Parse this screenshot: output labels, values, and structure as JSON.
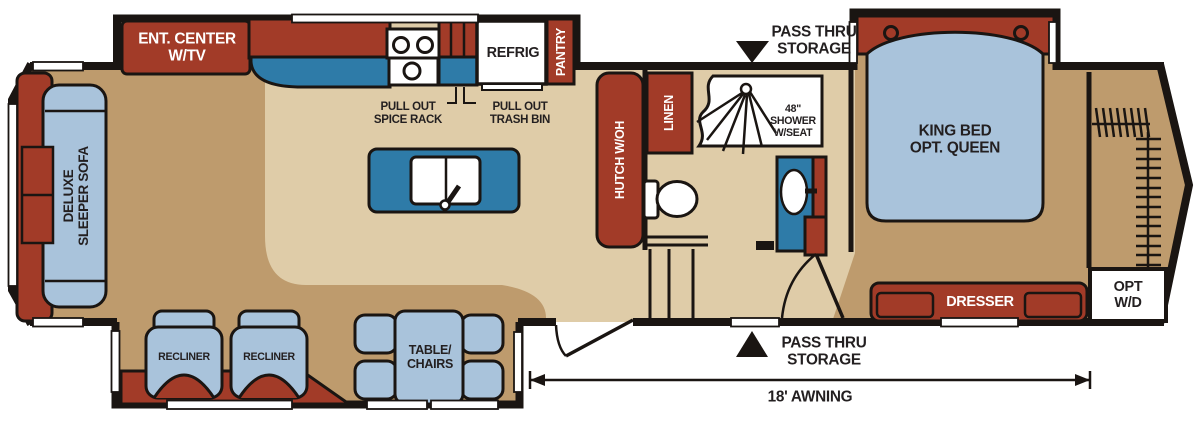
{
  "colors": {
    "furniture_red": "#A23B28",
    "counter_blue": "#2E7BA8",
    "upholstery_blue": "#A9C3DB",
    "carpet_tan": "#BE9B6D",
    "lino_beige": "#DFCCA8",
    "wall_black": "#1A1512",
    "window_white": "#FFFFFF"
  },
  "kitchen": {
    "ent_center": {
      "line1": "ENT. CENTER",
      "line2": "W/TV"
    },
    "refrig": "REFRIG",
    "pantry": "PANTRY",
    "spice_rack": {
      "line1": "PULL OUT",
      "line2": "SPICE RACK"
    },
    "trash_bin": {
      "line1": "PULL OUT",
      "line2": "TRASH BIN"
    }
  },
  "living": {
    "sofa": {
      "line1": "DELUXE",
      "line2": "SLEEPER SOFA"
    },
    "recliner_left": "RECLINER",
    "recliner_right": "RECLINER",
    "dinette": {
      "line1": "TABLE/",
      "line2": "CHAIRS"
    }
  },
  "midship": {
    "hutch": "HUTCH W/OH",
    "linen": "LINEN",
    "shower": {
      "line1": "48\"",
      "line2": "SHOWER",
      "line3": "W/SEAT"
    }
  },
  "bedroom": {
    "bed": {
      "line1": "KING BED",
      "line2": "OPT. QUEEN"
    },
    "dresser": "DRESSER",
    "washer_dryer": {
      "line1": "OPT",
      "line2": "W/D"
    }
  },
  "callouts": {
    "pass_thru_top": {
      "line1": "PASS THRU",
      "line2": "STORAGE"
    },
    "pass_thru_bottom": {
      "line1": "PASS THRU",
      "line2": "STORAGE"
    },
    "awning": "18' AWNING"
  }
}
